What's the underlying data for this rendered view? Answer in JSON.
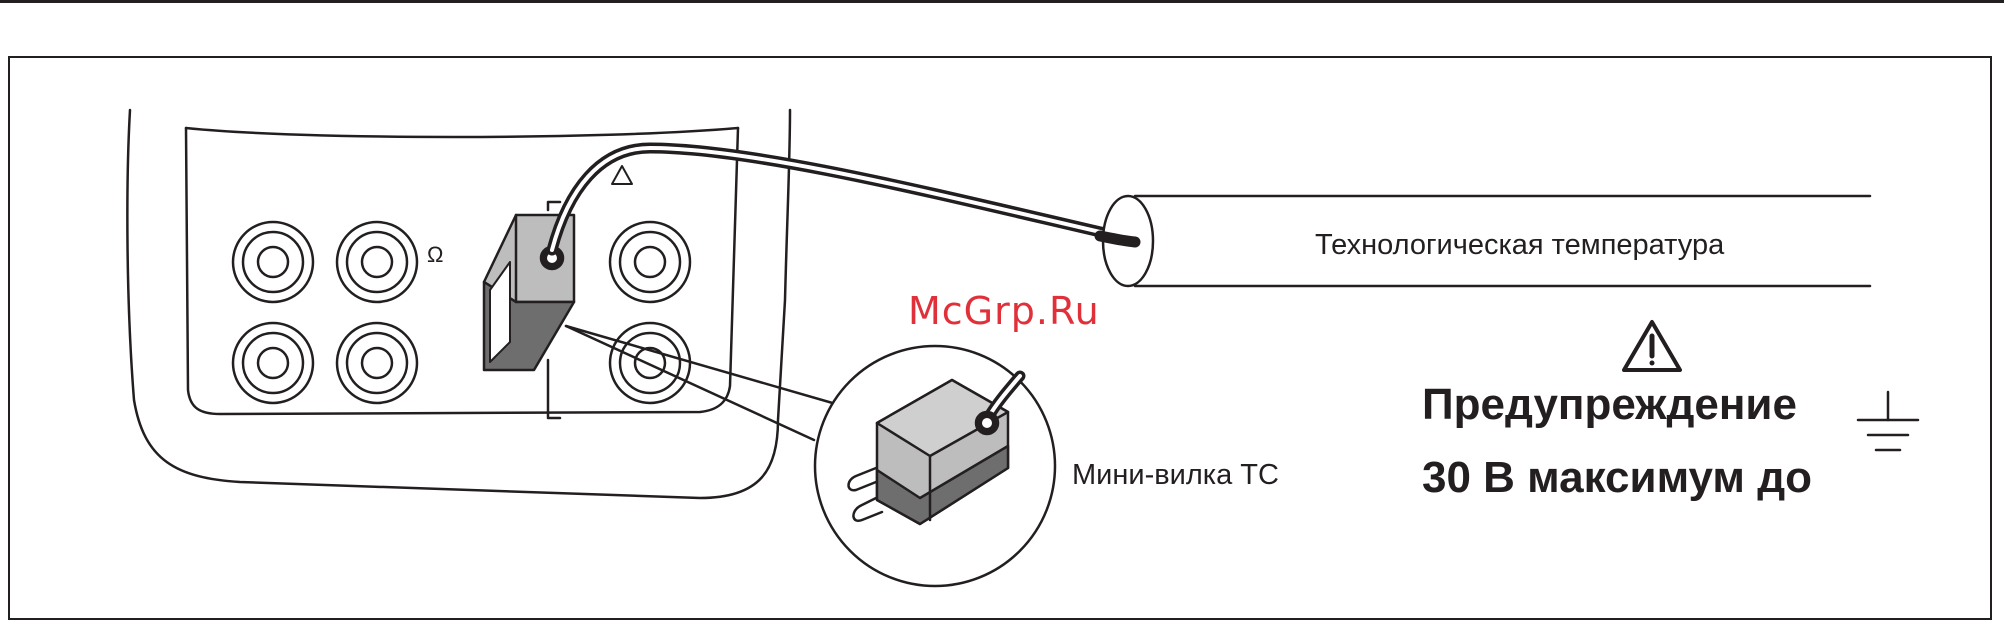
{
  "labels": {
    "process_temperature": "Технологическая температура",
    "mini_plug": "Мини-вилка TC",
    "warning_title": "Предупреждение",
    "warning_voltage": "30 В максимум до",
    "ohm_symbol": "Ω",
    "watermark": "McGrp.Ru"
  },
  "colors": {
    "line": "#231f20",
    "plug_light": "#bdbdbd",
    "plug_dark": "#6e6e6e",
    "watermark": "#e0313b"
  },
  "icons": [
    "warning-triangle-icon",
    "ground-symbol-icon"
  ]
}
